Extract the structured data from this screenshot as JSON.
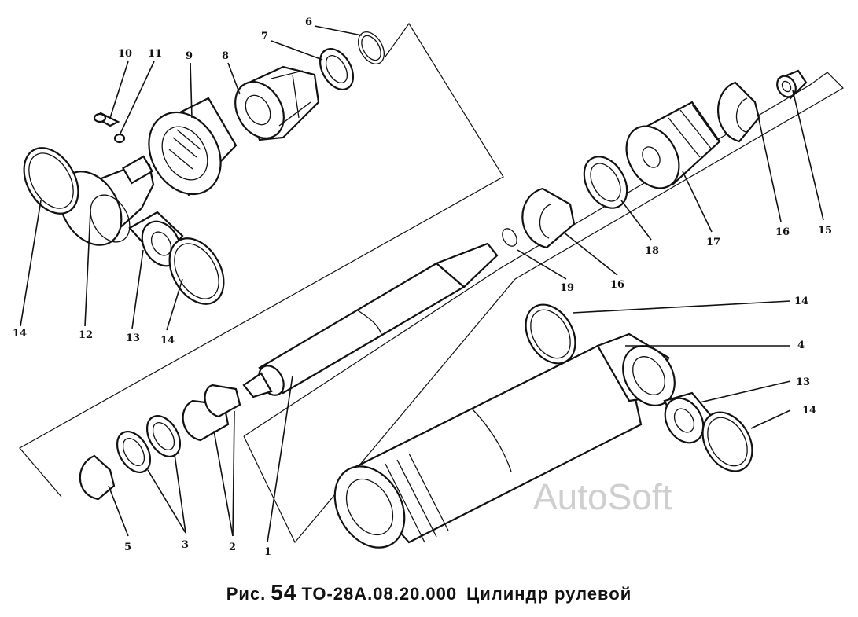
{
  "figure": {
    "prefix": "Рис.",
    "number": "54",
    "code": "ТО-28А.08.20.000",
    "title": "Цилиндр рулевой"
  },
  "watermark": "AutoSoft",
  "callouts": {
    "c1": "1",
    "c2": "2",
    "c3": "3",
    "c4": "4",
    "c5": "5",
    "c6": "6",
    "c7": "7",
    "c8": "8",
    "c9": "9",
    "c10": "10",
    "c11": "11",
    "c12": "12",
    "c13a": "13",
    "c13b": "13",
    "c14a": "14",
    "c14b": "14",
    "c14c": "14",
    "c14d": "14",
    "c15": "15",
    "c16a": "16",
    "c16b": "16",
    "c17": "17",
    "c18": "18",
    "c19": "19"
  }
}
